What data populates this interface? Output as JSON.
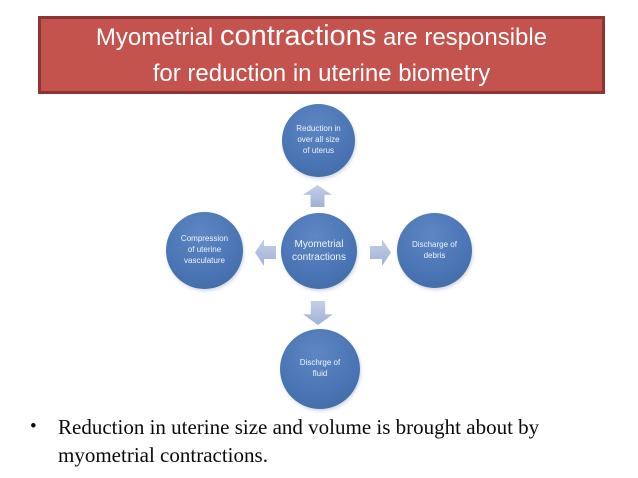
{
  "slide_title": {
    "line1_pre": "Myometrial",
    "line1_emphasis": "contractions",
    "line1_post": "are responsible",
    "line2": "for reduction in uterine biometry"
  },
  "diagram": {
    "center_label": "Myometrial\ncontractions",
    "top_label": "Reduction in\nover all size\nof uterus",
    "left_label": "Compression\nof uterine\nvasculature",
    "right_label": "Discharge of\ndebris",
    "bottom_label": "Dischrge of\nfluid",
    "arrow_directions": [
      "up",
      "left",
      "right",
      "down"
    ]
  },
  "bullet": {
    "marker": "•",
    "text": "Reduction in uterine size and volume is brought about by\nmyometrial contractions."
  },
  "colors": {
    "banner_fill": "#c4524d",
    "banner_border": "#8c3633",
    "banner_text": "#ffffff",
    "circle_fill": "#4a74b4",
    "circle_text": "#eef3fa",
    "arrow_fill": "#aebedf",
    "body_text": "#0a0a0a",
    "background": "#ffffff"
  }
}
